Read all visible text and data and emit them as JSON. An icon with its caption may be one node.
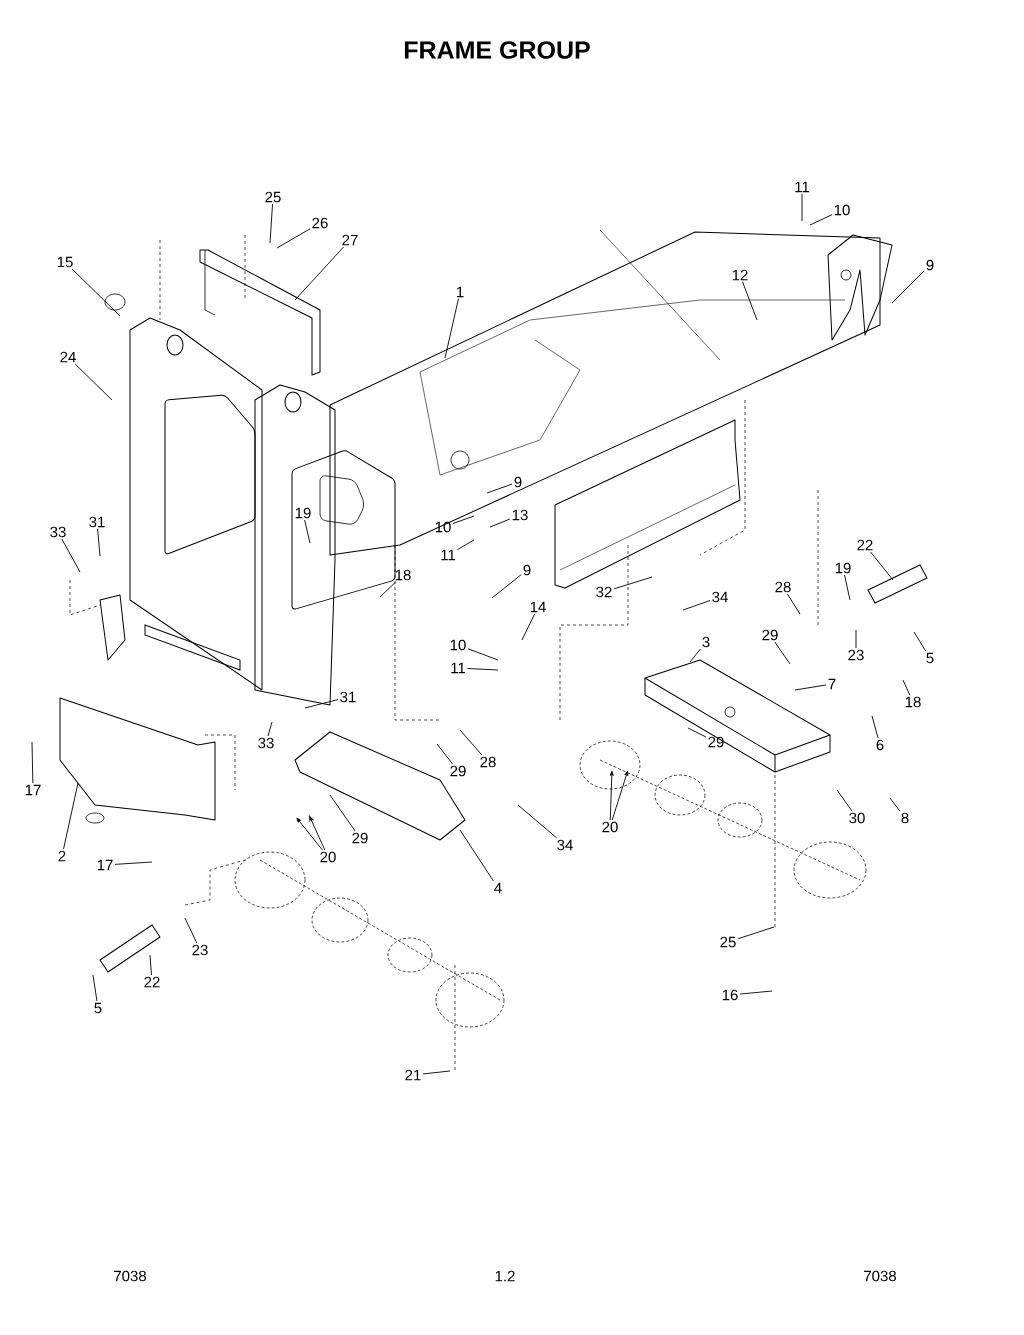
{
  "diagram": {
    "title": "FRAME GROUP",
    "nodes": [
      {
        "text": [
          "25"
        ]
      },
      {
        "text": [
          "26"
        ]
      },
      {
        "text": [
          "27"
        ]
      },
      {
        "text": [
          "15"
        ]
      },
      {
        "text": [
          "1"
        ]
      },
      {
        "text": [
          "24"
        ]
      },
      {
        "text": [
          "11"
        ]
      },
      {
        "text": [
          "10"
        ]
      },
      {
        "text": [
          "9"
        ]
      },
      {
        "text": [
          "12"
        ]
      },
      {
        "text": [
          "9"
        ]
      },
      {
        "text": [
          "13"
        ]
      },
      {
        "text": [
          "10"
        ]
      },
      {
        "text": [
          "11"
        ]
      },
      {
        "text": [
          "19"
        ]
      },
      {
        "text": [
          "18"
        ]
      },
      {
        "text": [
          "33"
        ]
      },
      {
        "text": [
          "31"
        ]
      },
      {
        "text": [
          "9"
        ]
      },
      {
        "text": [
          "14"
        ]
      },
      {
        "text": [
          "10"
        ]
      },
      {
        "text": [
          "11"
        ]
      },
      {
        "text": [
          "32"
        ]
      },
      {
        "text": [
          "34"
        ]
      },
      {
        "text": [
          "22"
        ]
      },
      {
        "text": [
          "19"
        ]
      },
      {
        "text": [
          "23"
        ]
      },
      {
        "text": [
          "5"
        ]
      },
      {
        "text": [
          "18"
        ]
      },
      {
        "text": [
          "28"
        ]
      },
      {
        "text": [
          "29"
        ]
      },
      {
        "text": [
          "3"
        ]
      },
      {
        "text": [
          "7"
        ]
      },
      {
        "text": [
          "6"
        ]
      },
      {
        "text": [
          "8"
        ]
      },
      {
        "text": [
          "30"
        ]
      },
      {
        "text": [
          "29"
        ]
      },
      {
        "text": [
          "20"
        ]
      },
      {
        "text": [
          "31"
        ]
      },
      {
        "text": [
          "33"
        ]
      },
      {
        "text": [
          "17"
        ]
      },
      {
        "text": [
          "2"
        ]
      },
      {
        "text": [
          "17"
        ]
      },
      {
        "text": [
          "29"
        ]
      },
      {
        "text": [
          "28"
        ]
      },
      {
        "text": [
          "34"
        ]
      },
      {
        "text": [
          "4"
        ]
      },
      {
        "text": [
          "29"
        ]
      },
      {
        "text": [
          "20"
        ]
      },
      {
        "text": [
          "22"
        ]
      },
      {
        "text": [
          "23"
        ]
      },
      {
        "text": [
          "5"
        ]
      },
      {
        "text": [
          "21"
        ]
      },
      {
        "text": [
          "25"
        ]
      },
      {
        "text": [
          "16"
        ]
      }
    ],
    "edges": [
      {
        "from": 0,
        "to": null,
        "arrow": "none"
      },
      {
        "from": 1,
        "to": null,
        "arrow": "none"
      },
      {
        "from": 2,
        "to": null,
        "arrow": "none"
      },
      {
        "from": 3,
        "to": null,
        "arrow": "none"
      },
      {
        "from": 4,
        "to": null,
        "arrow": "none"
      },
      {
        "from": 5,
        "to": null,
        "arrow": "none"
      },
      {
        "from": 6,
        "to": null,
        "arrow": "none"
      },
      {
        "from": 7,
        "to": null,
        "arrow": "none"
      },
      {
        "from": 8,
        "to": null,
        "arrow": "none"
      },
      {
        "from": 9,
        "to": null,
        "arrow": "none"
      },
      {
        "from": 10,
        "to": null,
        "arrow": "none"
      },
      {
        "from": 11,
        "to": null,
        "arrow": "none"
      },
      {
        "from": 12,
        "to": null,
        "arrow": "none"
      },
      {
        "from": 13,
        "to": null,
        "arrow": "none"
      },
      {
        "from": 14,
        "to": null,
        "arrow": "none"
      },
      {
        "from": 15,
        "to": null,
        "arrow": "none"
      },
      {
        "from": 16,
        "to": null,
        "arrow": "none"
      },
      {
        "from": 17,
        "to": null,
        "arrow": "none"
      },
      {
        "from": 18,
        "to": null,
        "arrow": "none"
      },
      {
        "from": 19,
        "to": null,
        "arrow": "none"
      },
      {
        "from": 20,
        "to": null,
        "arrow": "none"
      },
      {
        "from": 21,
        "to": null,
        "arrow": "none"
      },
      {
        "from": 22,
        "to": null,
        "arrow": "none"
      },
      {
        "from": 23,
        "to": null,
        "arrow": "none"
      },
      {
        "from": 24,
        "to": null,
        "arrow": "none"
      },
      {
        "from": 25,
        "to": null,
        "arrow": "none"
      },
      {
        "from": 26,
        "to": null,
        "arrow": "none"
      },
      {
        "from": 27,
        "to": null,
        "arrow": "none"
      },
      {
        "from": 28,
        "to": null,
        "arrow": "none"
      },
      {
        "from": 29,
        "to": null,
        "arrow": "none"
      },
      {
        "from": 30,
        "to": null,
        "arrow": "none"
      },
      {
        "from": 31,
        "to": null,
        "arrow": "none"
      },
      {
        "from": 32,
        "to": null,
        "arrow": "none"
      },
      {
        "from": 33,
        "to": null,
        "arrow": "none"
      },
      {
        "from": 34,
        "to": null,
        "arrow": "none"
      },
      {
        "from": 35,
        "to": null,
        "arrow": "none"
      },
      {
        "from": 36,
        "to": null,
        "arrow": "none"
      },
      {
        "from": 37,
        "to": null,
        "arrow": "to"
      },
      {
        "from": 37,
        "to": null,
        "arrow": "to"
      },
      {
        "from": 38,
        "to": null,
        "arrow": "none"
      },
      {
        "from": 39,
        "to": null,
        "arrow": "none"
      },
      {
        "from": 40,
        "to": null,
        "arrow": "none"
      },
      {
        "from": 41,
        "to": null,
        "arrow": "none"
      },
      {
        "from": 42,
        "to": null,
        "arrow": "none"
      },
      {
        "from": 43,
        "to": null,
        "arrow": "none"
      },
      {
        "from": 44,
        "to": null,
        "arrow": "none"
      },
      {
        "from": 45,
        "to": null,
        "arrow": "none"
      },
      {
        "from": 46,
        "to": null,
        "arrow": "none"
      },
      {
        "from": 47,
        "to": null,
        "arrow": "none"
      },
      {
        "from": 48,
        "to": null,
        "arrow": "to"
      },
      {
        "from": 48,
        "to": null,
        "arrow": "to"
      },
      {
        "from": 49,
        "to": null,
        "arrow": "none"
      },
      {
        "from": 50,
        "to": null,
        "arrow": "none"
      },
      {
        "from": 51,
        "to": null,
        "arrow": "none"
      },
      {
        "from": 52,
        "to": null,
        "arrow": "none"
      },
      {
        "from": 53,
        "to": null,
        "arrow": "none"
      },
      {
        "from": 54,
        "to": null,
        "arrow": "none"
      }
    ],
    "labels": [
      "7038",
      "1.2",
      "7038"
    ]
  }
}
